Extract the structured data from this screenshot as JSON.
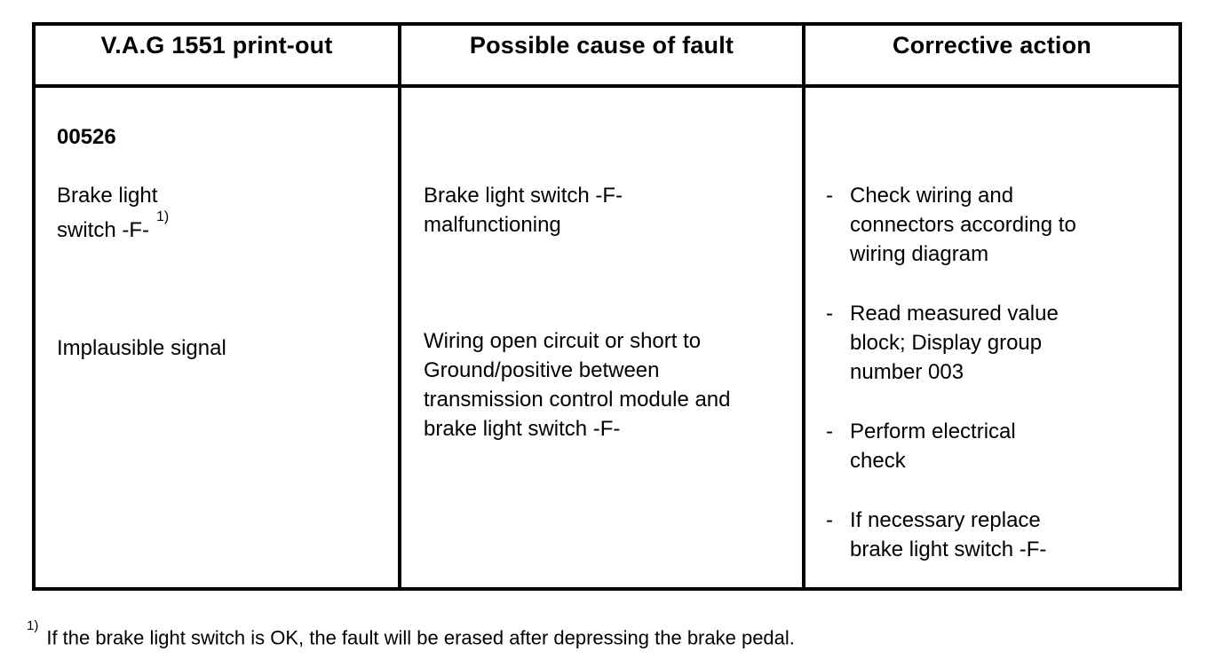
{
  "table": {
    "columns": [
      {
        "header": "V.A.G 1551 print-out"
      },
      {
        "header": "Possible cause of fault"
      },
      {
        "header": "Corrective action"
      }
    ],
    "printout": {
      "fault_code": "00526",
      "fault_name_line1": "Brake light",
      "fault_name_line2": "switch -F-",
      "footnote_marker": "1)",
      "fault_type": "Implausible signal"
    },
    "causes": [
      "Brake light switch -F-\nmalfunctioning",
      "Wiring open circuit or short to\nGround/positive between\ntransmission control module and\nbrake light switch -F-"
    ],
    "actions": {
      "bullet_marker": "-",
      "items": [
        "Check wiring and\nconnectors according to\nwiring diagram",
        "Read measured value\nblock; Display group\nnumber 003",
        "Perform electrical\ncheck",
        "If necessary replace\nbrake light switch -F-"
      ]
    }
  },
  "footnote": {
    "marker": "1)",
    "text": "If the brake light switch is OK, the fault will be erased after depressing the brake pedal."
  }
}
